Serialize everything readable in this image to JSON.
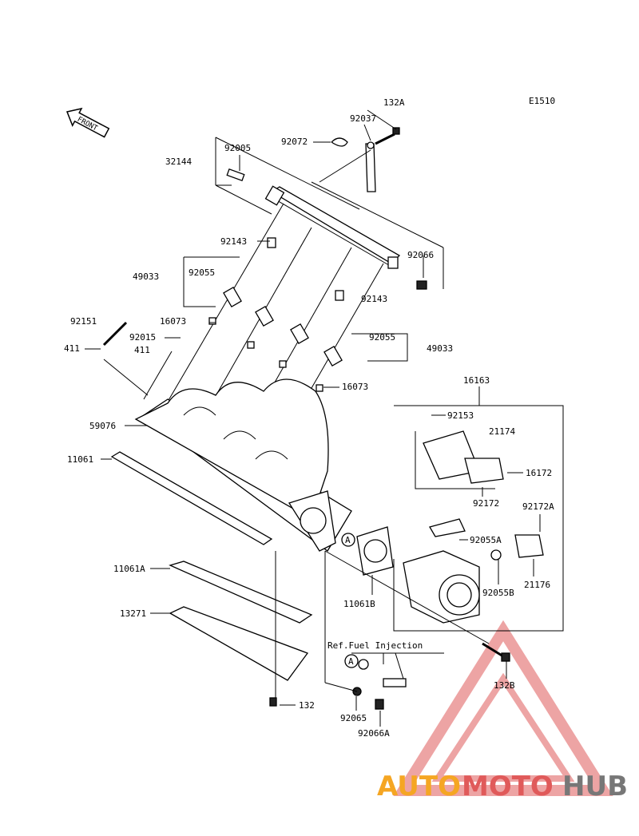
{
  "diagram_id": "E1510",
  "front_arrow": "FRONT",
  "ref_note": "Ref.Fuel Injection",
  "callout_letter": "A",
  "labels": {
    "p132a": "132A",
    "p92037": "92037",
    "p92072": "92072",
    "p92005": "92005",
    "p32144": "32144",
    "p92143a": "92143",
    "p92066": "92066",
    "p49033a": "49033",
    "p92055a": "92055",
    "p92143b": "92143",
    "p92151": "92151",
    "p16073a": "16073",
    "p92015": "92015",
    "p411a": "411",
    "p411b": "411",
    "p92055b": "92055",
    "p49033b": "49033",
    "p16073b": "16073",
    "p16163": "16163",
    "p92153": "92153",
    "p21174": "21174",
    "p59076": "59076",
    "p16172": "16172",
    "p11061": "11061",
    "p92172": "92172",
    "p92172a": "92172A",
    "p92055a2": "92055A",
    "p11061b": "11061B",
    "p11061a": "11061A",
    "p92055bb": "92055B",
    "p21176": "21176",
    "p13271": "13271",
    "p132b": "132B",
    "p132": "132",
    "p92065": "92065",
    "p92066a": "92066A"
  },
  "watermark": {
    "part1": "AUTO",
    "part2": "MOTO",
    "part3": "HUB",
    "color1": "#f5a623",
    "color2": "#e05a5a",
    "color3": "#777777"
  }
}
